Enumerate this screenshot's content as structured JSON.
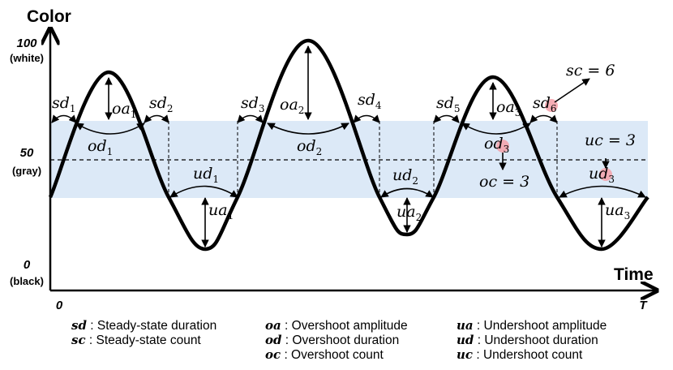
{
  "axes": {
    "y_title": "Color",
    "x_title": "Time",
    "y_ticks": [
      {
        "value": "100",
        "sub": "(white)"
      },
      {
        "value": "50",
        "sub": "(gray)"
      },
      {
        "value": "0",
        "sub": "(black)"
      }
    ],
    "x_start": "0",
    "x_end": "T"
  },
  "labels": {
    "sd": "sd",
    "od": "od",
    "oa": "oa",
    "ud": "ud",
    "ua": "ua",
    "sc_eq": "sc = 6",
    "uc_eq": "uc = 3",
    "oc_eq": "oc = 3",
    "subs": {
      "one": "1",
      "two": "2",
      "three": "3",
      "four": "4",
      "five": "5",
      "six": "6"
    }
  },
  "legend": [
    [
      {
        "abbr": "sd",
        "text": " : Steady-state duration"
      },
      {
        "abbr": "sc",
        "text": " : Steady-state count"
      }
    ],
    [
      {
        "abbr": "oa",
        "text": " : Overshoot amplitude"
      },
      {
        "abbr": "od",
        "text": " : Overshoot duration"
      },
      {
        "abbr": "oc",
        "text": " : Overshoot count"
      }
    ],
    [
      {
        "abbr": "ua",
        "text": " : Undershoot amplitude"
      },
      {
        "abbr": "ud",
        "text": " : Undershoot duration"
      },
      {
        "abbr": "uc",
        "text": " : Undershoot count"
      }
    ]
  ],
  "colors": {
    "band": "#dce9f7",
    "highlight": "#f4a0a8",
    "curve": "#000000"
  }
}
